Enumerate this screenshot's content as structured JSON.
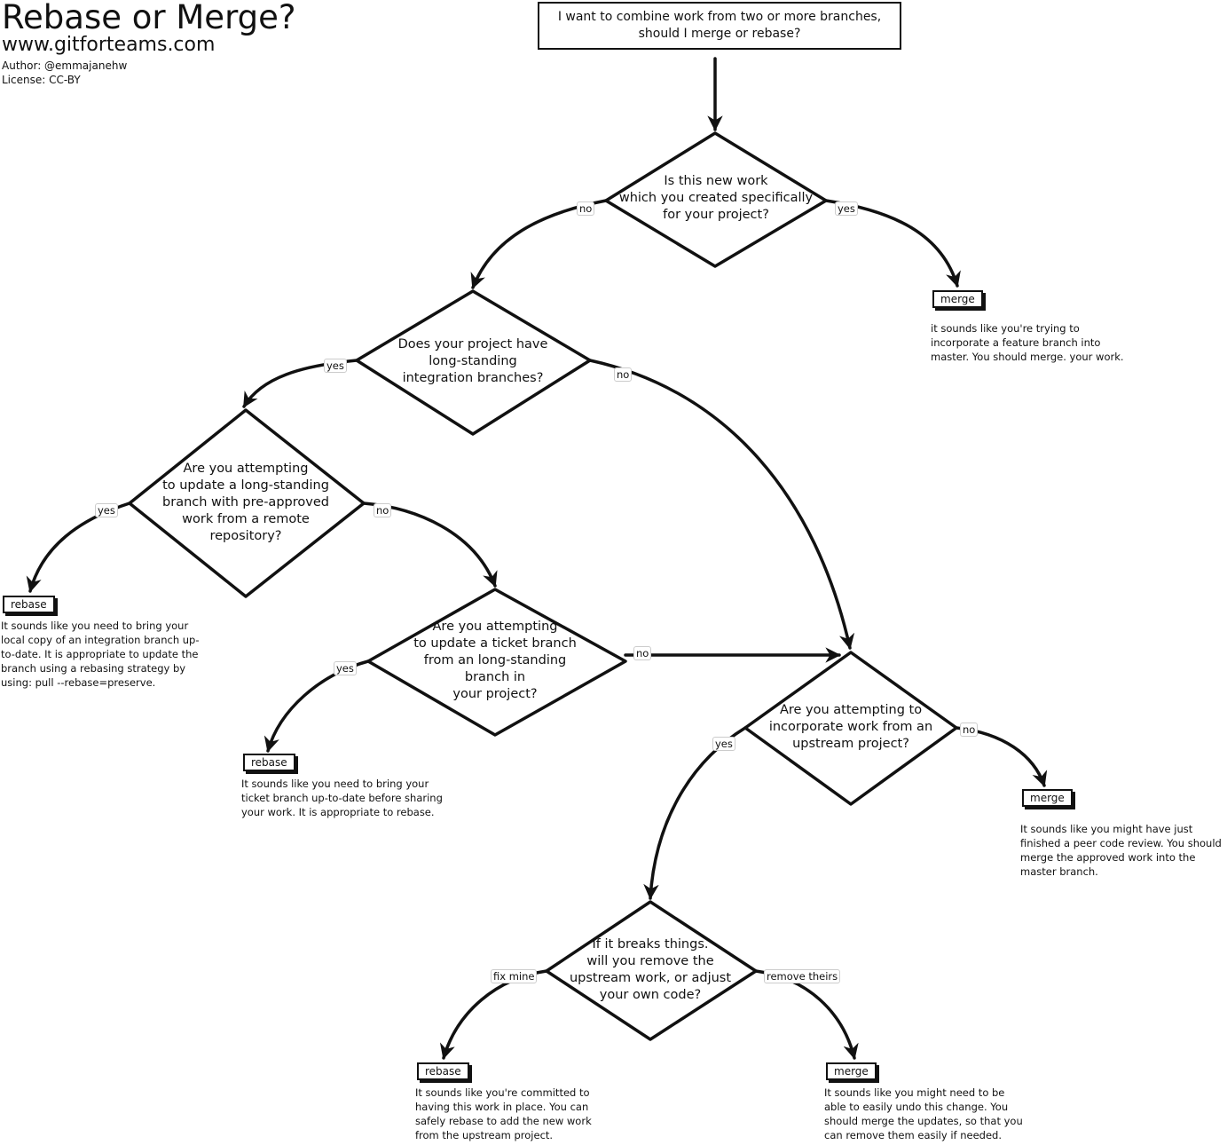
{
  "header": {
    "title": "Rebase or Merge?",
    "site": "www.gitforteams.com",
    "author": "Author: @emmajanehw",
    "license": "License: CC-BY"
  },
  "start": {
    "line1": "I want to combine work from two or more branches,",
    "line2": "should I merge or rebase?"
  },
  "questions": {
    "q1": [
      "Is this new work",
      "which you created specifically",
      "for your project?"
    ],
    "q2": [
      "Does your project have",
      "long-standing",
      "integration branches?"
    ],
    "q3": [
      "Are you attempting",
      "to update a long-standing",
      "branch with pre-approved",
      "work from a remote",
      "repository?"
    ],
    "q4": [
      "Are you attempting",
      "to update a ticket branch",
      "from an long-standing",
      "branch in",
      "your project?"
    ],
    "q5": [
      "Are you attempting to",
      "incorporate work from an",
      "upstream project?"
    ],
    "q6": [
      "If it breaks things.",
      "will you remove the",
      "upstream work, or adjust",
      "your own code?"
    ]
  },
  "edge_labels": {
    "q1_no": "no",
    "q1_yes": "yes",
    "q2_yes": "yes",
    "q2_no": "no",
    "q3_yes": "yes",
    "q3_no": "no",
    "q4_yes": "yes",
    "q4_no": "no",
    "q5_yes": "yes",
    "q5_no": "no",
    "q6_fix": "fix mine",
    "q6_remove": "remove theirs"
  },
  "outcomes": {
    "merge1": {
      "label": "merge",
      "text": [
        "it sounds like you're trying to",
        "incorporate a feature branch into",
        "master. You should merge. your work."
      ]
    },
    "rebase1": {
      "label": "rebase",
      "text": [
        "It sounds like you need to bring your",
        "local copy of an integration branch up-",
        "to-date. It is appropriate to update the",
        "branch using a rebasing strategy by",
        "using: pull --rebase=preserve."
      ]
    },
    "rebase2": {
      "label": "rebase",
      "text": [
        "It sounds like you need to bring your",
        "ticket branch up-to-date before sharing",
        "your work. It is appropriate to rebase."
      ]
    },
    "merge2": {
      "label": "merge",
      "text": [
        "It sounds like you might have just",
        "finished a peer code review. You should",
        "merge the approved work into the",
        "master branch."
      ]
    },
    "rebase3": {
      "label": "rebase",
      "text": [
        "It sounds like you're committed to",
        "having this work in place. You can",
        "safely rebase to add the new work",
        "from the upstream project."
      ]
    },
    "merge3": {
      "label": "merge",
      "text": [
        "It sounds like you might need to be",
        "able to easily undo this change. You",
        "should merge the updates, so that you",
        "can remove them easily if needed."
      ]
    }
  }
}
